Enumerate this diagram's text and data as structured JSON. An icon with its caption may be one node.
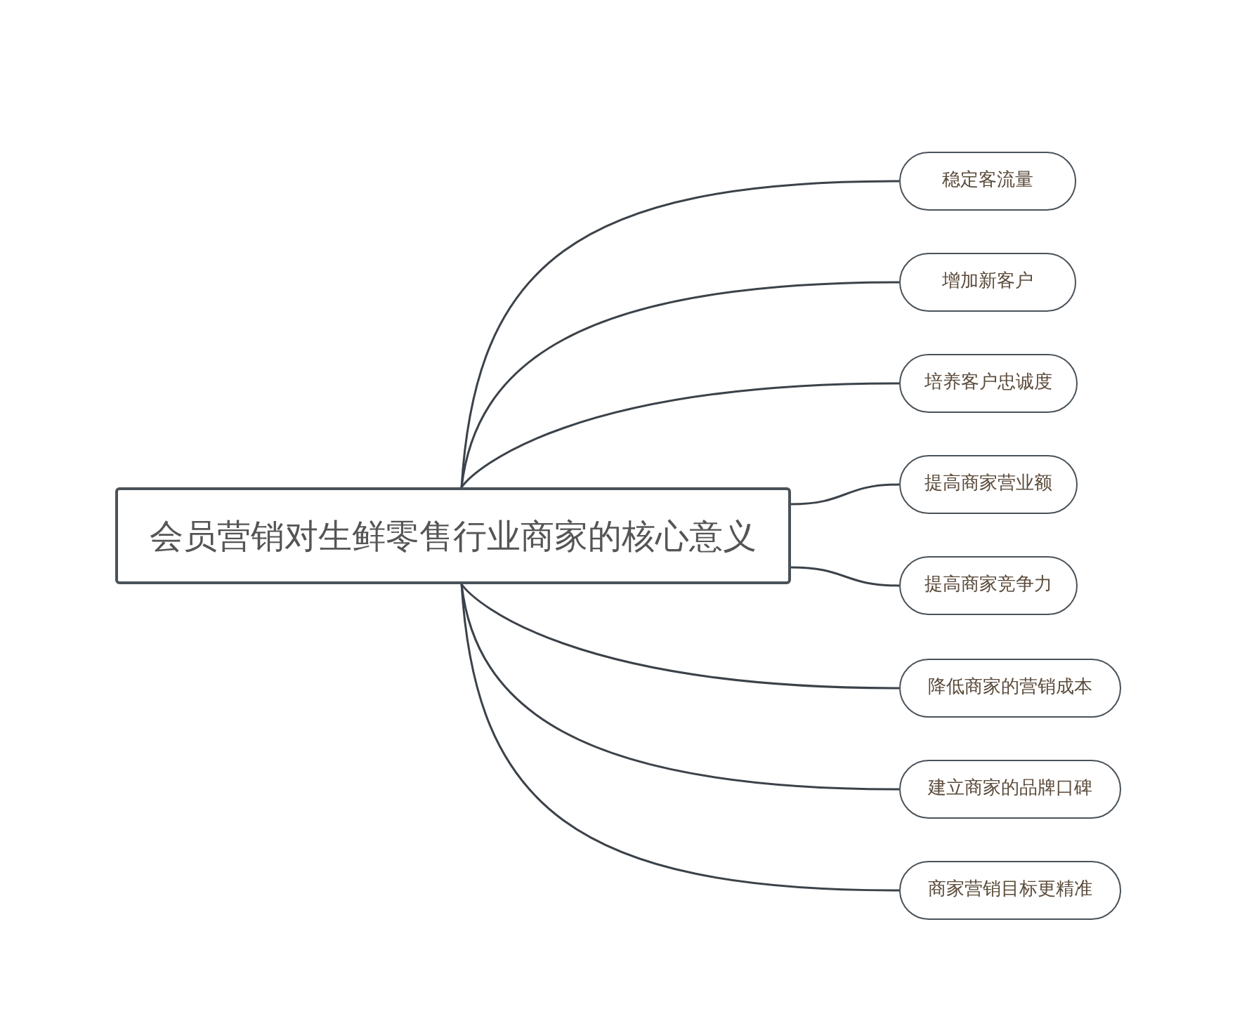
{
  "diagram": {
    "nodes": [
      {
        "text": [
          "会员营销对生鲜零售行业商家的核心意义"
        ]
      },
      {
        "text": [
          "稳定客流量"
        ]
      },
      {
        "text": [
          "增加新客户"
        ]
      },
      {
        "text": [
          "培养客户忠诚度"
        ]
      },
      {
        "text": [
          "提高商家营业额"
        ]
      },
      {
        "text": [
          "提高商家竞争力"
        ]
      },
      {
        "text": [
          "降低商家的营销成本"
        ]
      },
      {
        "text": [
          "建立商家的品牌口碑"
        ]
      },
      {
        "text": [
          "商家营销目标更精准"
        ]
      }
    ],
    "edges": [
      {
        "from": 0,
        "to": 1,
        "arrow": "none"
      },
      {
        "from": 0,
        "to": 2,
        "arrow": "none"
      },
      {
        "from": 0,
        "to": 3,
        "arrow": "none"
      },
      {
        "from": 0,
        "to": 4,
        "arrow": "none"
      },
      {
        "from": 0,
        "to": 5,
        "arrow": "none"
      },
      {
        "from": 0,
        "to": 6,
        "arrow": "none"
      },
      {
        "from": 0,
        "to": 7,
        "arrow": "none"
      },
      {
        "from": 0,
        "to": 8,
        "arrow": "none"
      }
    ]
  }
}
